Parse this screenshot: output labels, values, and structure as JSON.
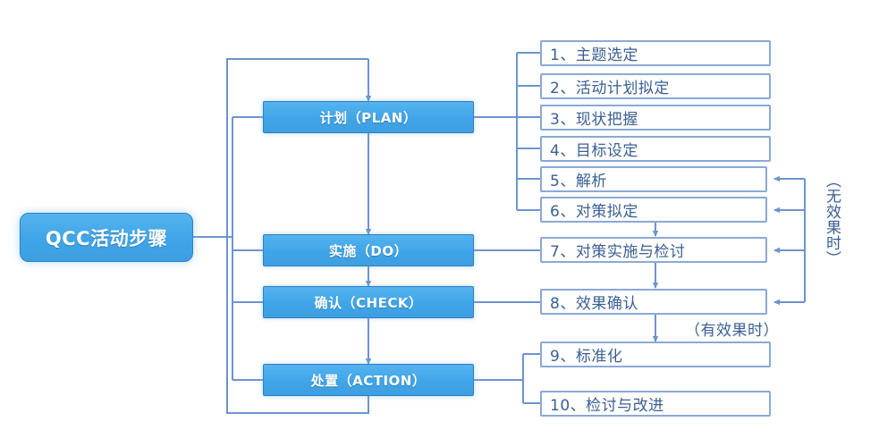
{
  "diagram": {
    "title": "QCC活动步骤",
    "root": {
      "label": "QCC活动步骤"
    },
    "phases": [
      {
        "id": "plan",
        "label": "计划（PLAN）"
      },
      {
        "id": "do",
        "label": "实施（DO）"
      },
      {
        "id": "check",
        "label": "确认（CHECK）"
      },
      {
        "id": "action",
        "label": "处置（ACTION）"
      }
    ],
    "steps": [
      {
        "no": "1",
        "label": "1、主题选定"
      },
      {
        "no": "2",
        "label": "2、活动计划拟定"
      },
      {
        "no": "3",
        "label": "3、现状把握"
      },
      {
        "no": "4",
        "label": "4、目标设定"
      },
      {
        "no": "5",
        "label": "5、解析"
      },
      {
        "no": "6",
        "label": "6、对策拟定"
      },
      {
        "no": "7",
        "label": "7、对策实施与检讨"
      },
      {
        "no": "8",
        "label": "8、效果确认"
      },
      {
        "no": "9",
        "label": "9、标准化"
      },
      {
        "no": "10",
        "label": "10、检讨与改进"
      }
    ],
    "annotations": {
      "effective": "（有效果时）",
      "ineffective": "（无效果时）"
    },
    "colors": {
      "node_fill": "#42a6e8",
      "node_border": "#2f7fc4",
      "step_border": "#8aa9d6",
      "step_text": "#3a5f93",
      "connector": "#6d94cc",
      "background": "#ffffff"
    }
  }
}
